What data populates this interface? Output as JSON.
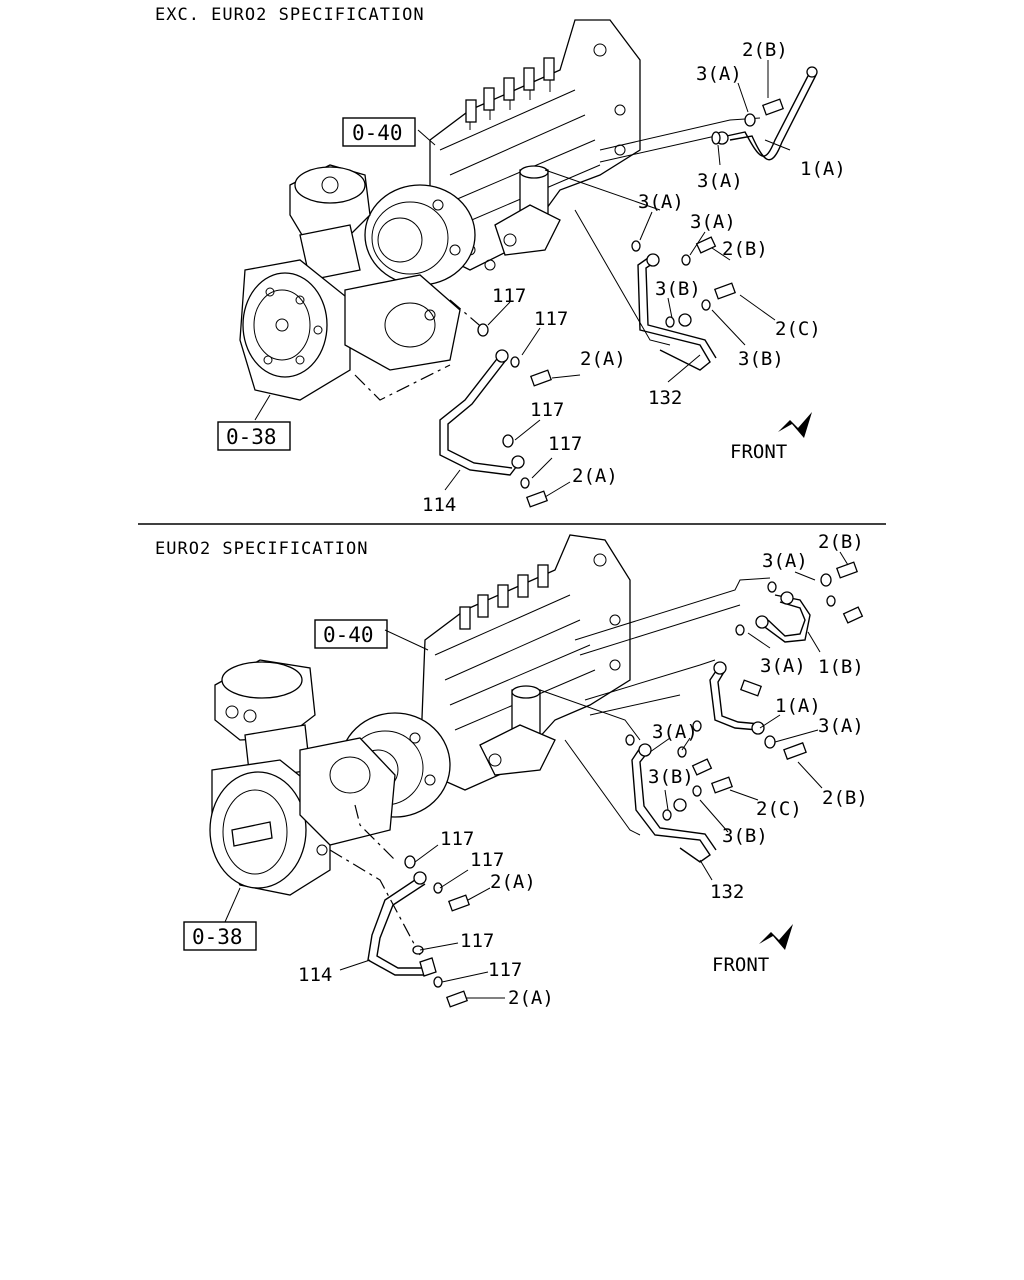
{
  "sections": [
    {
      "title": "EXC. EURO2 SPECIFICATION",
      "ref_boxes": [
        "0-40",
        "0-38"
      ],
      "callouts": [
        "2(B)",
        "3(A)",
        "3(A)",
        "1(A)",
        "3(A)",
        "3(A)",
        "2(B)",
        "3(B)",
        "2(C)",
        "3(B)",
        "132",
        "117",
        "117",
        "2(A)",
        "117",
        "117",
        "2(A)",
        "114"
      ],
      "direction": "FRONT"
    },
    {
      "title": "EURO2 SPECIFICATION",
      "ref_boxes": [
        "0-40",
        "0-38"
      ],
      "callouts": [
        "2(B)",
        "3(A)",
        "3(A)",
        "1(B)",
        "1(A)",
        "3(A)",
        "3(A)",
        "2(B)",
        "3(B)",
        "2(C)",
        "3(B)",
        "132",
        "117",
        "117",
        "2(A)",
        "117",
        "117",
        "2(A)",
        "114"
      ],
      "direction": "FRONT"
    }
  ],
  "colors": {
    "ink": "#000000",
    "paper": "#ffffff"
  },
  "icons": [
    "front-arrow-icon",
    "front-arrow-icon"
  ]
}
